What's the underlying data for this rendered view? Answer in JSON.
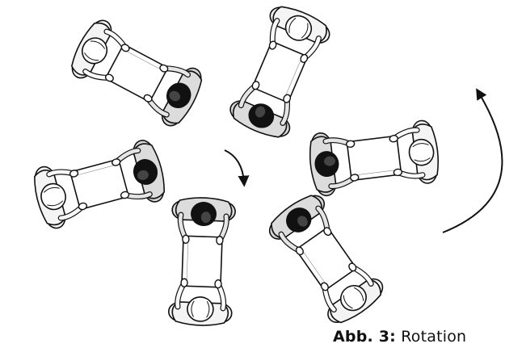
{
  "figure": {
    "caption_label": "Abb. 3:",
    "caption_text": "Rotation"
  },
  "diagram": {
    "pairs": 6,
    "arrows": [
      {
        "name": "inner-rotation-arrow",
        "direction": "clockwise"
      },
      {
        "name": "outer-rotation-arrow",
        "direction": "counterclockwise"
      }
    ]
  },
  "colors": {
    "ink": "#111111",
    "hair": "#1a1a1a",
    "shirt": "#d9d9d9",
    "light": "#f4f4f4"
  }
}
